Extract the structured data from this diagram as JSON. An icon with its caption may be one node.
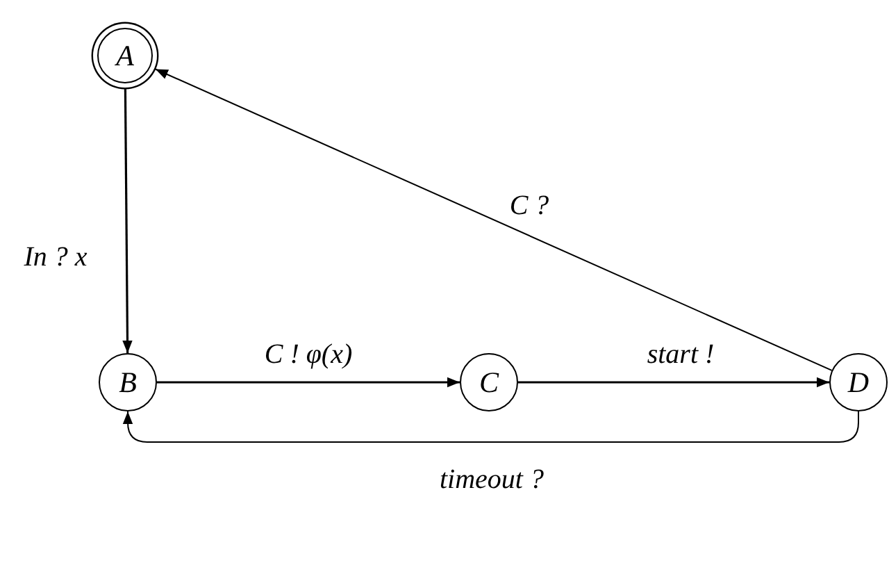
{
  "diagram": {
    "nodes": [
      {
        "text": [
          "A"
        ]
      },
      {
        "text": [
          "B"
        ]
      },
      {
        "text": [
          "C"
        ]
      },
      {
        "text": [
          "D"
        ]
      }
    ],
    "edges": [
      {
        "from": 0,
        "to": 1,
        "arrow": "to",
        "label": "In ? x"
      },
      {
        "from": 1,
        "to": 2,
        "arrow": "to",
        "label": "C ! φ(x)"
      },
      {
        "from": 2,
        "to": 3,
        "arrow": "to",
        "label": "start !"
      },
      {
        "from": 3,
        "to": 0,
        "arrow": "to",
        "label": "C ?"
      },
      {
        "from": 3,
        "to": 1,
        "arrow": "to",
        "label": "timeout ?"
      }
    ]
  }
}
